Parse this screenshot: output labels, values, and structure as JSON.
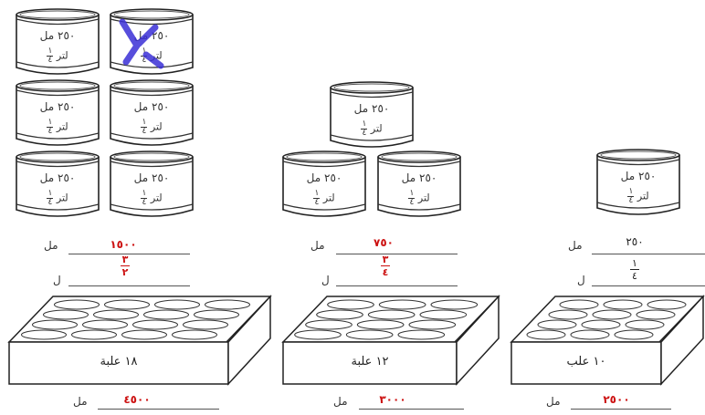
{
  "can": {
    "ml_text": "٢٥٠ مل",
    "liter_word": "لتر",
    "frac_num": "١",
    "frac_den": "٤"
  },
  "units": {
    "ml": "مل",
    "liter": "ل"
  },
  "groups": [
    {
      "ml": "١٥٠٠",
      "liter_num": "٣",
      "liter_den": "٢",
      "tray": "١٨ علبة",
      "total_ml": "٤٥٠٠"
    },
    {
      "ml": "٧٥٠",
      "liter_num": "٣",
      "liter_den": "٤",
      "tray": "١٢ علبة",
      "total_ml": "٣٠٠٠"
    },
    {
      "ml": "٢٥٠",
      "liter_num": "١",
      "liter_den": "٤",
      "tray": "١٠ علب",
      "total_ml": "٢٥٠٠"
    }
  ],
  "colors": {
    "answer": "#cc1111",
    "ink_blue": "#3a2fd6"
  }
}
